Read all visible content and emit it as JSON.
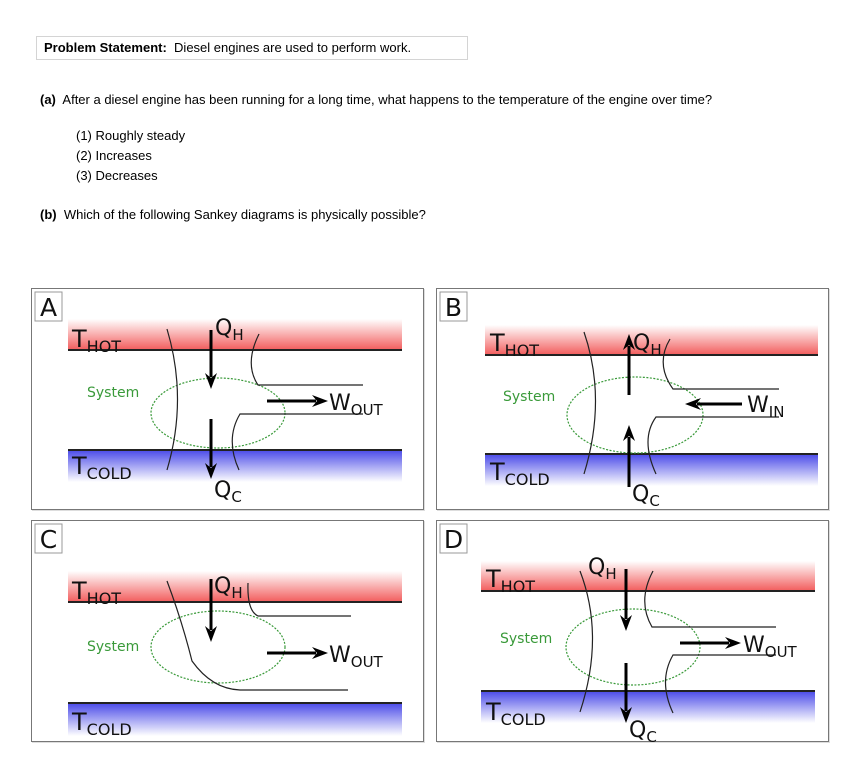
{
  "problem_statement": {
    "label": "Problem Statement:",
    "text": "Diesel engines are used to perform work."
  },
  "question_a": {
    "label": "(a)",
    "text": "After a diesel engine has been running for a long time, what happens to the temperature of the engine over time?",
    "options": [
      "(1)  Roughly steady",
      "(2)  Increases",
      "(3)  Decreases"
    ]
  },
  "question_b": {
    "label": "(b)",
    "text": "Which of the following Sankey diagrams is physically possible?"
  },
  "diagram_labels": {
    "t_main": "T",
    "hot_sub": "HOT",
    "cold_sub": "COLD",
    "q_main": "Q",
    "h_sub": "H",
    "c_sub": "C",
    "w_main": "W",
    "out_sub": "OUT",
    "in_sub": "IN",
    "system": "System"
  },
  "colors": {
    "hot": "#f25c5c",
    "cold": "#4a4ae8",
    "system": "#3a9a3a"
  },
  "panels": [
    {
      "id": "A",
      "q_h": "down",
      "q_c": "down",
      "work": "out"
    },
    {
      "id": "B",
      "q_h": "up",
      "q_c": "up",
      "work": "in"
    },
    {
      "id": "C",
      "q_h": "down",
      "q_c": "none",
      "work": "out"
    },
    {
      "id": "D",
      "q_h": "down",
      "q_c": "down",
      "work": "out"
    }
  ]
}
